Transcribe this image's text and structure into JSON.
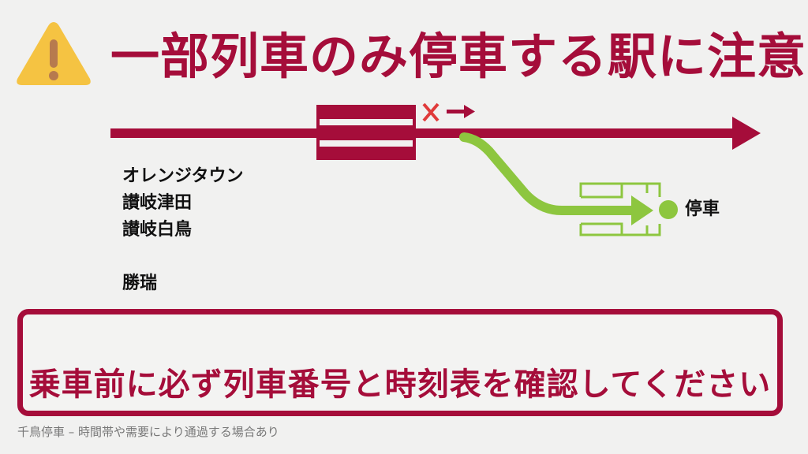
{
  "header": {
    "icon": "warning-triangle-icon",
    "title": "一部列車のみ停車する駅に注意"
  },
  "diagram": {
    "main_line": {
      "direction": "right",
      "color": "#a50d3a"
    },
    "train": {
      "color": "#a50d3a"
    },
    "pass_marker": {
      "icon": "x-icon",
      "color": "#e03a3a",
      "arrow": "arrow-right-icon"
    },
    "branch": {
      "color": "#8dc63f"
    },
    "platform": {
      "color": "#8dc63f"
    },
    "stop_dot": {
      "color": "#8dc63f"
    },
    "stop_label": "停車"
  },
  "stations": [
    "オレンジタウン",
    "讃岐津田",
    "讃岐白鳥",
    "",
    "勝瑞"
  ],
  "notice": {
    "text": "乗車前に必ず列車番号と時刻表を確認してください"
  },
  "footnote": "千鳥停車 – 時間帯や需要により通過する場合あり",
  "colors": {
    "primary": "#a50d3a",
    "accent_green": "#8dc63f",
    "warning_yellow": "#f5c342",
    "background": "#f1f1f0"
  }
}
